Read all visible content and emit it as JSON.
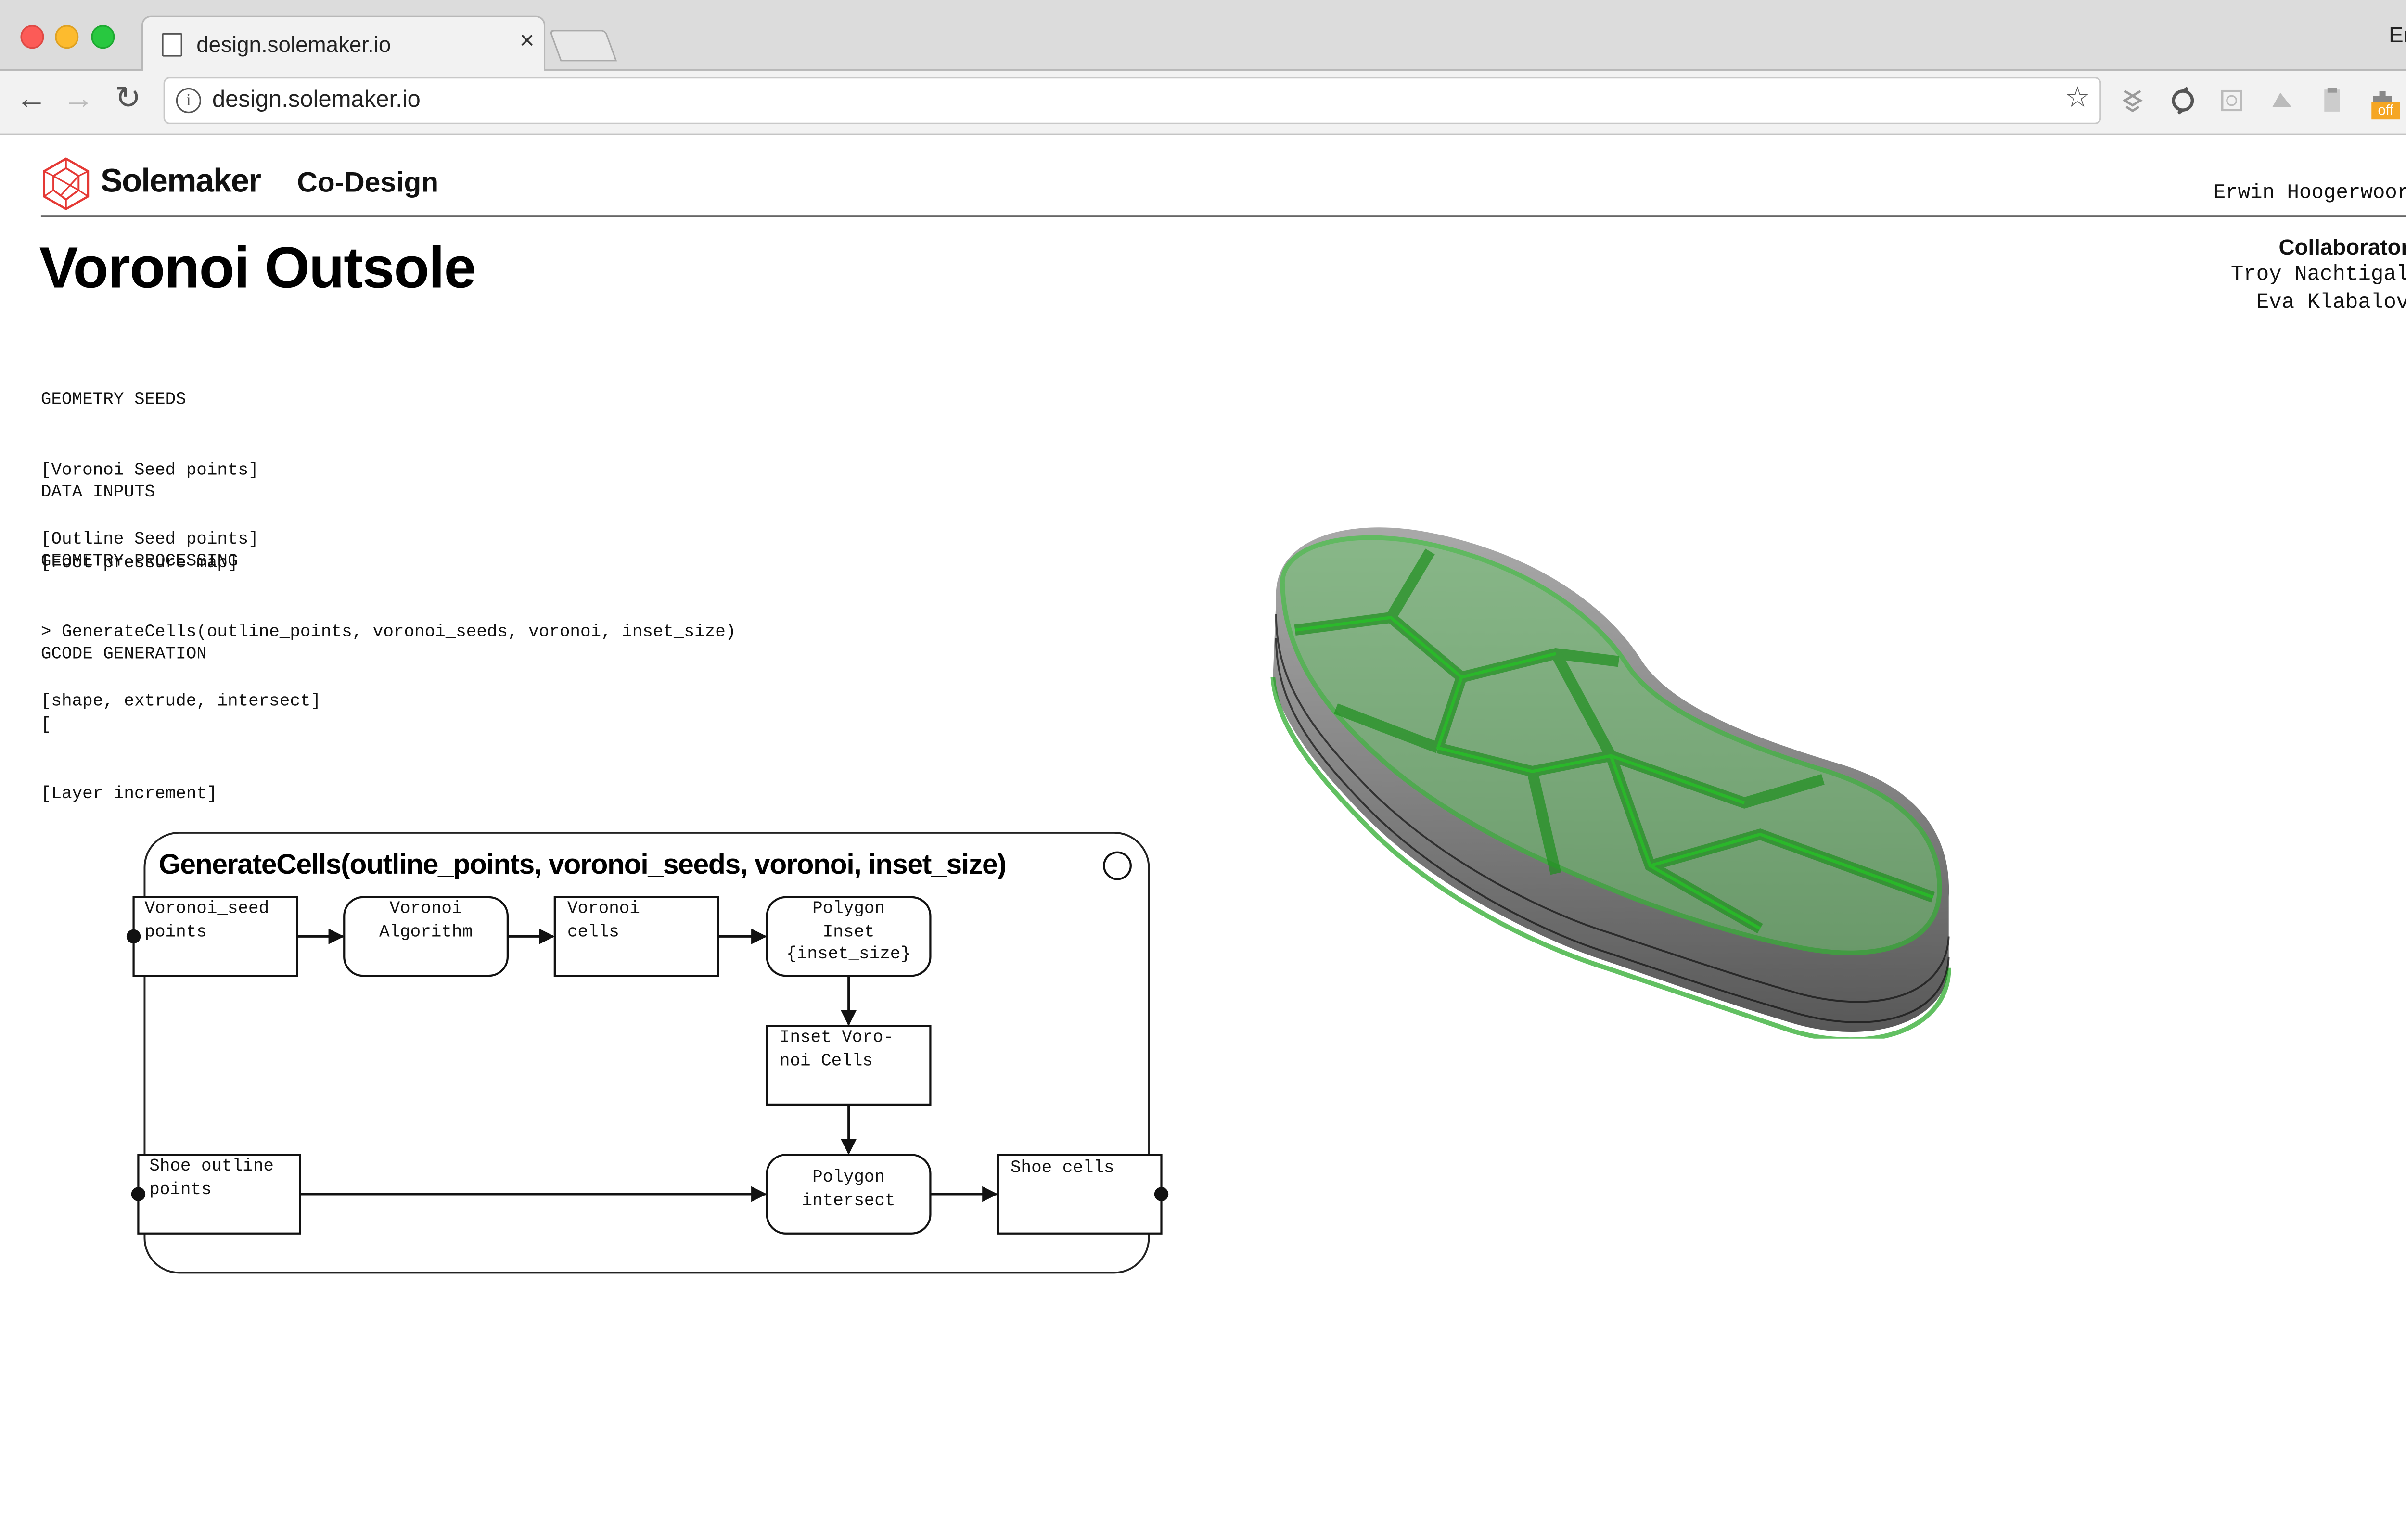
{
  "browser": {
    "tab_title": "design.solemaker.io",
    "tab_close": "×",
    "profile": "Erwin",
    "url": "design.solemaker.io",
    "extensions": [
      "dropbox-icon",
      "sync-icon",
      "puzzle-icon",
      "cloud-icon",
      "clipboard-icon",
      "adblock-off-icon"
    ],
    "ext_off_label": "off"
  },
  "header": {
    "brand": "Solemaker",
    "section": "Co-Design",
    "user": "Erwin Hoogerwoord"
  },
  "page_title": "Voronoi Outsole",
  "collaborators": {
    "heading": "Collaborators",
    "names": [
      "Troy Nachtigall",
      "Eva Klabalova"
    ]
  },
  "spec": {
    "geometry_seeds": {
      "heading": "GEOMETRY SEEDS",
      "items": [
        "[Voronoi Seed points]",
        "[Outline Seed points]"
      ]
    },
    "data_inputs": {
      "heading": "DATA INPUTS",
      "items": [
        "[Foot pressure map]"
      ]
    },
    "geometry_processing": {
      "heading": "GEOMETRY PROCESSING",
      "items": [
        "> GenerateCells(outline_points, voronoi_seeds, voronoi, inset_size)",
        "[shape, extrude, intersect]"
      ]
    },
    "gcode_generation": {
      "heading": "GCODE GENERATION",
      "items": [
        "[",
        "[Layer increment]"
      ]
    }
  },
  "function_block": {
    "title": "GenerateCells(outline_points, voronoi_seeds, voronoi, inset_size)",
    "nodes": {
      "voronoi_seed_points": [
        "Voronoi_seed",
        "points"
      ],
      "voronoi_algorithm": [
        "Voronoi",
        "Algorithm"
      ],
      "voronoi_cells": [
        "Voronoi",
        "cells"
      ],
      "polygon_inset": [
        "Polygon",
        "Inset",
        "{inset_size}"
      ],
      "inset_voronoi_cells": [
        "Inset Voro-",
        "noi Cells"
      ],
      "shoe_outline_points": [
        "Shoe outline",
        "points"
      ],
      "polygon_intersect": [
        "Polygon",
        "intersect"
      ],
      "shoe_cells": [
        "Shoe cells"
      ]
    }
  },
  "colors": {
    "cell_green": "#2bbd2b",
    "shell_grey": "#8a8a8a",
    "text": "#111111"
  }
}
